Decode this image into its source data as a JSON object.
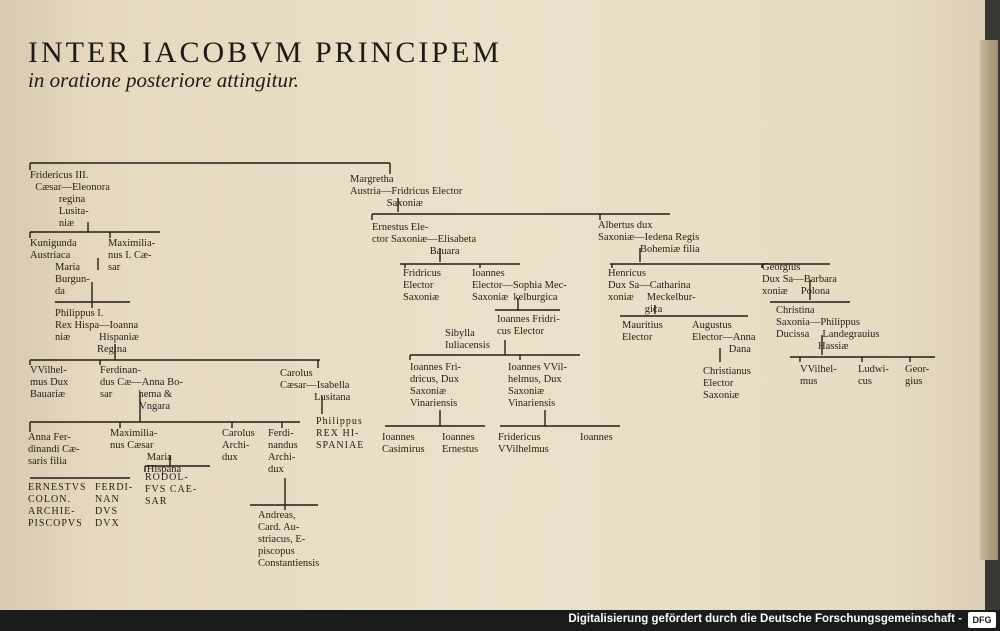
{
  "heading": {
    "line1": "INTER IACOBVM PRINCIPEM",
    "line2": "in oratione posteriore attingitur."
  },
  "footer": {
    "text": "Digitalisierung gefördert durch die Deutsche Forschungsgemeinschaft -",
    "logo": "DFG"
  },
  "nodes": {
    "fridericus3": "Fridericus III.\n  Cæsar—Eleonora\n           regina\n           Lusita-\n           niæ",
    "kunigunda": "Kunigunda\nAustriaca",
    "maximilian1": "Maximilia-\nnus I. Cæ-\nsar",
    "maria_burgunda": "Maria\nBurgun-\nda",
    "philippus1": "Philippus I.\nRex Hispa—Ioanna\nniæ           Hispaniæ\n                Regina",
    "vvilhelmus_bav": "VVilhel-\nmus Dux\nBauariæ",
    "ferdinandus_caesar": "Ferdinan-\ndus Cæ—Anna Bo-\nsar          hema &\n               Vngara",
    "carolus_caesar": "Carolus\nCæsar—Isabella\n             Lusitana",
    "philippus_rex": "Philippus\nREX HI-\nSPANIAE",
    "anna_ferdinandi": "Anna Fer-\ndinandi Cæ-\nsaris filia",
    "maximilianus_caesar": "Maximilia-\nnus Cæsar\n              Maria\n              Hispana",
    "carolus_archidux": "Carolus\nArchi-\ndux",
    "ferdinandus_archidux": "Ferdi-\nnandus\nArchi-\ndux",
    "ernestus_colon": "ERNESTVS\nCOLON.\nARCHIE-\nPISCOPVS",
    "ferdinandus_dux": "FERDI-\nNAN\nDVS\nDVX",
    "rodolfus": "RODOL-\nFVS CAE-\nSAR",
    "andreas": "Andreas,\nCard. Au-\nstriacus, E-\npiscopus\nConstantiensis",
    "margretha": "Margretha\nAustria—Fridricus Elector\n              Saxoniæ",
    "ernestus_elector": "Ernestus Ele-\nctor Saxoniæ—Elisabeta\n                      Bauara",
    "albertus_dux": "Albertus dux\nSaxoniæ—Iedena Regis\n                Bohemiæ filia",
    "fridricus_elector2": "Fridricus\nElector\nSaxoniæ",
    "ioannes_elector": "Ioannes\nElector—Sophia Mec-\nSaxoniæ  kelburgica",
    "ioannes_fridricus": "Ioannes Fridri-\ncus Elector",
    "sibylla": "Sibylla\nIuliacensis",
    "ioannes_fridricus_dux": "Ioannes Fri-\ndricus, Dux\nSaxoniæ\nVinariensis",
    "ioannes_vvilhelmus": "Ioannes VVil-\nhelmus, Dux\nSaxoniæ\nVinariensis",
    "ioannes_casimirus": "Ioannes\nCasimirus",
    "ioannes_ernestus": "Ioannes\nErnestus",
    "fridericus_vvilhelmus": "Fridericus\nVVilhelmus",
    "ioannes_last": "Ioannes",
    "henricus": "Henricus\nDux Sa—Catharina\nxoniæ     Meckelbur-\n              gica",
    "georgius": "Georgius\nDux Sa—Barbara\nxoniæ     Polona",
    "mauritius": "Mauritius\nElector",
    "augustus": "Augustus\nElector—Anna\n              Dana",
    "christianus": "Christianus\nElector\nSaxoniæ",
    "christina": "Christina\nSaxonia—Philippus\nDucissa     Landegrauius\n                Hassiæ",
    "vvilhelmus_hass": "VVilhel-\nmus",
    "ludwicus": "Ludwi-\ncus",
    "georgius_hass": "Geor-\ngius"
  }
}
